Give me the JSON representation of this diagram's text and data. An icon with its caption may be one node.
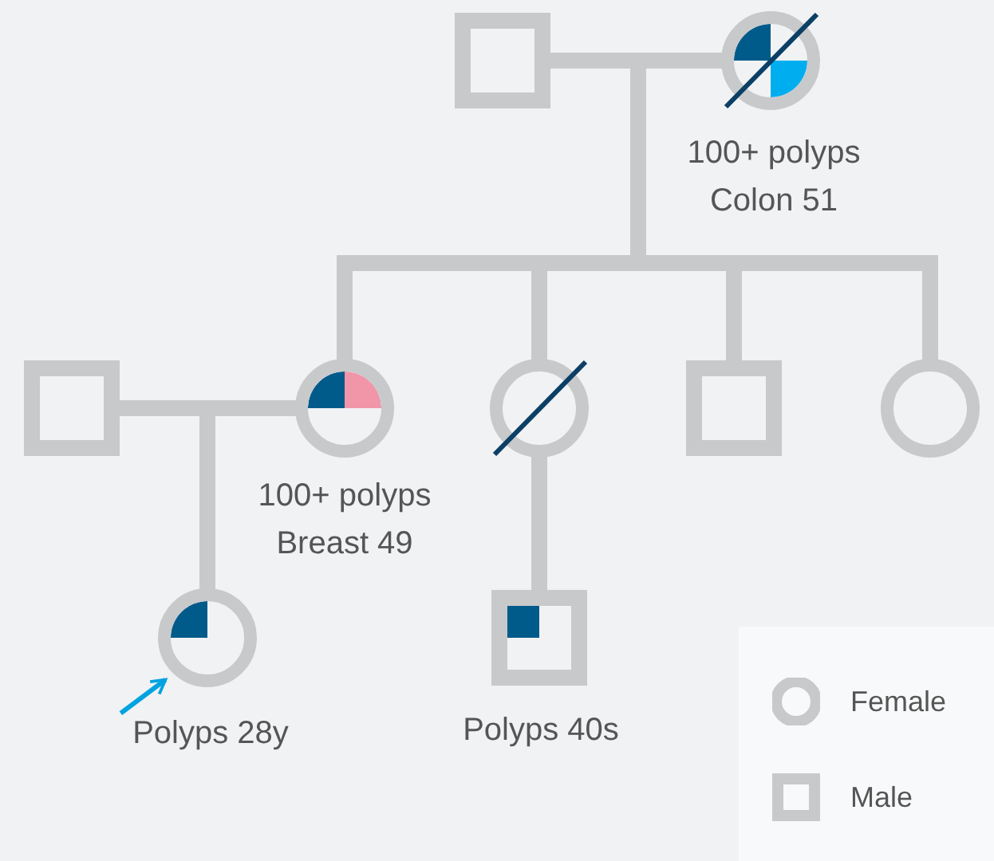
{
  "diagram": {
    "nodes": [
      {
        "text": [],
        "shape": "box"
      },
      {
        "text": [],
        "shape": "circle",
        "beside": [
          "100+ polyps",
          "Colon 51"
        ]
      },
      {
        "text": [],
        "shape": "box"
      },
      {
        "text": [],
        "shape": "circle",
        "beside": [
          "100+ polyps",
          "Breast 49"
        ]
      },
      {
        "text": [],
        "shape": "circle"
      },
      {
        "text": [],
        "shape": "box"
      },
      {
        "text": [],
        "shape": "circle"
      },
      {
        "text": [],
        "shape": "circle",
        "beside": [
          "Polyps 28y"
        ]
      },
      {
        "text": [],
        "shape": "box",
        "beside": [
          "Polyps 40s"
        ]
      }
    ],
    "edges": [
      {
        "from": 0,
        "to": 1,
        "arrow": "none"
      },
      {
        "from": 0,
        "to": 3,
        "arrow": "none"
      },
      {
        "from": 0,
        "to": 4,
        "arrow": "none"
      },
      {
        "from": 0,
        "to": 5,
        "arrow": "none"
      },
      {
        "from": 0,
        "to": 6,
        "arrow": "none"
      },
      {
        "from": 1,
        "to": 3,
        "arrow": "none"
      },
      {
        "from": 1,
        "to": 4,
        "arrow": "none"
      },
      {
        "from": 1,
        "to": 5,
        "arrow": "none"
      },
      {
        "from": 1,
        "to": 6,
        "arrow": "none"
      },
      {
        "from": 2,
        "to": 3,
        "arrow": "none"
      },
      {
        "from": 2,
        "to": 7,
        "arrow": "none"
      },
      {
        "from": 3,
        "to": 7,
        "arrow": "none"
      },
      {
        "from": 4,
        "to": 8,
        "arrow": "none"
      },
      {
        "from": null,
        "to": 7,
        "arrow": "to",
        "color": "#00a3e0"
      }
    ],
    "legend": [
      {
        "text": "Female"
      },
      {
        "text": "Male"
      }
    ]
  }
}
